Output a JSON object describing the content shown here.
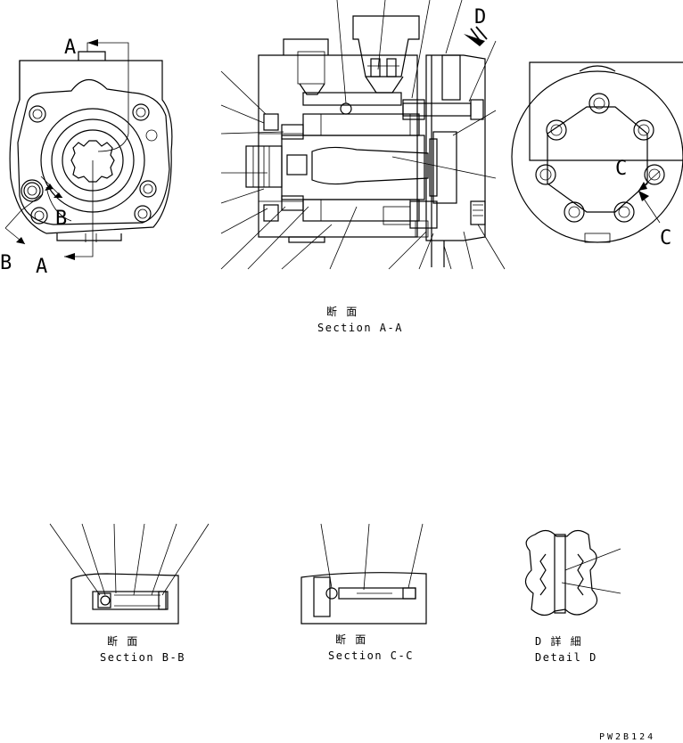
{
  "labels": {
    "front_view": {
      "A_top": "A",
      "B_mid": "B",
      "B_left": "B",
      "A_bottom": "A"
    },
    "section_aa": {
      "D": "D"
    },
    "rear_view": {
      "C_mid": "C",
      "C_right": "C"
    }
  },
  "captions": {
    "section_aa": {
      "jp": "断 面",
      "en": "Section A-A"
    },
    "section_bb": {
      "jp": "断 面",
      "en": "Section B-B"
    },
    "section_cc": {
      "jp": "断 面",
      "en": "Section C-C"
    },
    "detail_d": {
      "jp": "D 詳 細",
      "en": "Detail D"
    }
  },
  "drawing_code": "PW2B124"
}
